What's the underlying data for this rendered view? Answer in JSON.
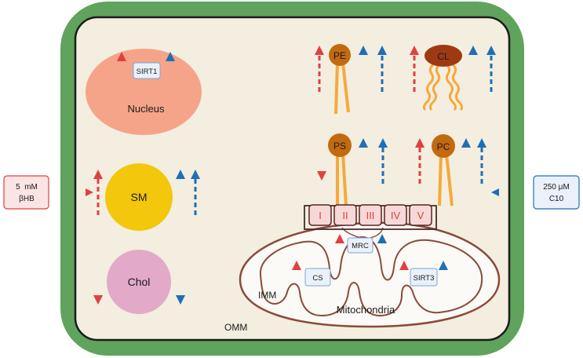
{
  "colors": {
    "cell_wall": "#5fa35c",
    "cytoplasm": "#f3eee0",
    "nucleus": "#f5a489",
    "sm": "#f2c70c",
    "chol": "#e3a9c9",
    "lipid_head": "#c36a10",
    "lipid_tail": "#f6a93b",
    "mito_line": "#8b4a3a",
    "up_red": "#e04040",
    "up_blue": "#1f6fb5",
    "box_fill": "#eaf1fa",
    "box_stroke": "#7aa6d6",
    "complex_fill": "#f6d8d8"
  },
  "inputs": {
    "left": {
      "line1": "5  mM",
      "line2": "βHB"
    },
    "right": {
      "line1": "250 μM",
      "line2": "C10"
    }
  },
  "nucleus": {
    "label": "Nucleus",
    "protein": "SIRT1"
  },
  "sm": {
    "label": "SM"
  },
  "chol": {
    "label": "Chol"
  },
  "lipids": {
    "pe": "PE",
    "ps": "PS",
    "pc": "PC",
    "cl": "CL"
  },
  "complexes": [
    "I",
    "II",
    "III",
    "IV",
    "V"
  ],
  "mito": {
    "label": "Mitochondria",
    "mrc": "MRC",
    "cs": "CS",
    "sirt3": "SIRT3",
    "imm": "IMM",
    "omm": "OMM"
  }
}
